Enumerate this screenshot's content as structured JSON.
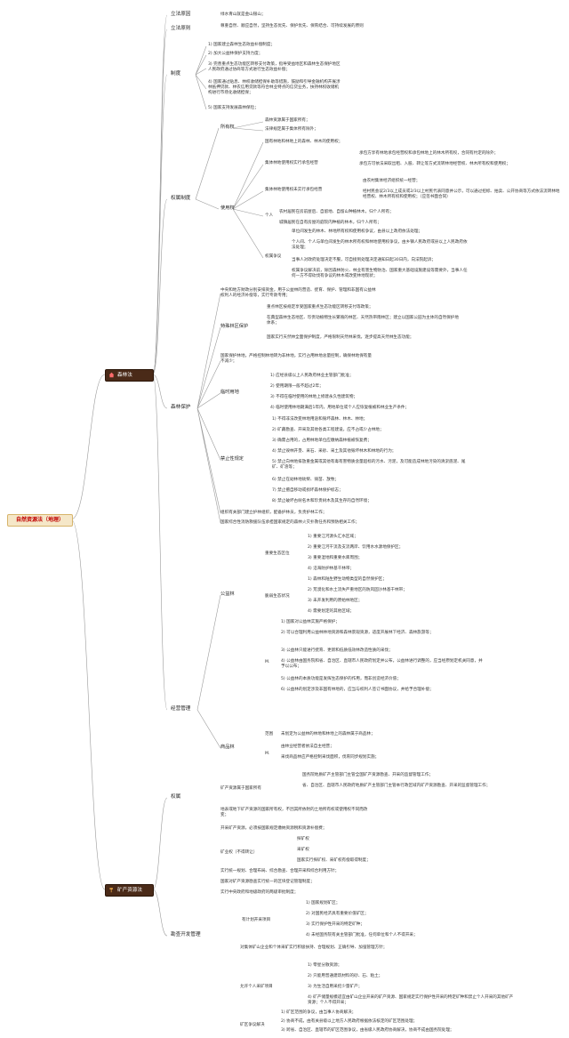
{
  "root": {
    "label": "自然资源法（地理）"
  },
  "topics": [
    {
      "label": "森林法",
      "icon": "house-icon"
    },
    {
      "label": "矿产资源法",
      "icon": "hammer-icon"
    }
  ],
  "forest": {
    "purpose": {
      "label": "立法原因",
      "text": "绿水青山就是金山银山；"
    },
    "principle": {
      "label": "立法原则",
      "text": "尊重自然、顺应自然，坚持生态优先、保护优先、保育结合、可持续发展的原则"
    },
    "system": {
      "label": "制度",
      "items": [
        "1) 国家建立森林生态效益补偿制度；",
        "2) 加大公益林保护支持力度；",
        "3) 完善重点生态功能区转移支付政策，指导受益地区和森林生态保护地区人民政府通过协商等方式进行生态效益补偿；",
        "4) 国家通过贴息、林权收储担保补助等措施，鼓励和引导金融机构开展涉林抵押贷款、林农信用贷款等符合林业特点的信贷业务，扶持林权收储机构进行市场化收储担保；",
        "5) 国家支持发展森林保险；"
      ]
    },
    "rights": {
      "label": "权属制度",
      "ownership": {
        "label": "所有权",
        "items": [
          "森林资源属于国家所有；",
          "法律规定属于集体所有除外；"
        ]
      },
      "use": {
        "label": "使用权",
        "intro": "国有林地和林地上的森林、林木的使用权；",
        "collective": {
          "label": "集体林地使用权实行承包经营",
          "items": [
            "承包方享有林地承包经营权和承包林地上的林木所有权，合同有约定的除外；",
            "承包方可依法采取出租、入股、转让等方式流转林地经营权、林木所有权和使用权；"
          ]
        },
        "noncontract": {
          "label": "集体林地使用权未实行承包经营",
          "items": [
            "由农村集体经济组织统一经营；",
            "经村民会议2/3以上成员或2/3以上村民代表同意并公示，可以通过招标、拍卖、公开协商等方式依法流转林地经营权、林木所有权和使用权；（应签书面合同）"
          ]
        },
        "individual": {
          "label": "个人",
          "items": [
            "农村居民在房前屋后、自留地、自留山种植林木，归个人所有；",
            "城镇居民在自有房屋的庭院内种植的林木，归个人所有；"
          ]
        },
        "dispute": {
          "label": "权属争议",
          "items": [
            "单位间发生的林木、林地所有权和使用权争议，由县以上政府依法处理；",
            "个人间、个人与单位间发生的林木所有权和林地使用权争议，由乡镇人民政府或县以上人民政府依法处理；",
            "当事人对政府处理决定不服，可自接到处理决定通知日起30日内，向法院起诉；",
            "权属争议解决前，除因森林防火、林业有害生物防治、国家重大基础设施建设等需要外，当事人任何一方不得砍伐有争议的林木或改变林地现状；"
          ]
        }
      }
    },
    "protection": {
      "label": "森林保护",
      "funding": "中央和地方财政分别安排资金，用于公益林的营造、抚育、保护、管理和非国有公益林权利人的经济补偿等，实行专款专用；",
      "special": {
        "label": "特殊林区保护",
        "items": [
          "重点林区按规定享受国家重点生态功能区转移支付等政策；",
          "在典型森林生态地区、珍贵动植物生长繁殖的林区、天然热带雨林区；建立以国家公园为主体的自然保护地体系；",
          "国家实行天然林全面保护制度，严格限制天然林采伐，逐步提高天然林生态功能；"
        ]
      },
      "land": "国家保护林地，严格控制林地转为非林地，实行占用林地总量控制，确保林地保有量不减少；",
      "temporary": {
        "label": "临时用地",
        "items": [
          "1) 应经县级以上人民政府林业主管部门批准；",
          "2) 使用期限一般不超过2年；",
          "3) 不得在临时使用的林地上修建永久性建筑物；",
          "4) 临时使用林地期满后1年内，用地单位或个人应恢复植被和林业生产条件；"
        ]
      },
      "prohibited": {
        "label": "禁止性规定",
        "items": [
          "1) 不得非法改变林地用途和毁坏森林、林木、林地；",
          "2) 矿藏勘查、开采及其他各类工程建设，应不占或少占林地；",
          "3) 确需占用的，占用林地单位应缴纳森林植被恢复费；",
          "4) 禁止毁林开垦、采石、采砂、采土及其他毁坏林木和林地的行为；",
          "5) 禁止向林地排放重金属或其他有毒有害物质含量超标的污水、污泥，及可能造成林地污染的清淤底泥、尾矿、矿渣等；",
          "6) 禁止在幼林地砍柴、毁苗、放牧；",
          "7) 禁止擅自移动或损坏森林保护标志；",
          "8) 禁止破坏古树名木和珍贵树木及其生存的自然环境；"
        ]
      },
      "org": "组织有关部门建立护林组织，配备护林员，负责护林工作；",
      "fire": "国家综合性消防救援队伍承担国家规定的森林火灾扑救任务和预防相关工作；"
    },
    "management": {
      "label": "经营管理",
      "public": {
        "label": "公益林",
        "zones": {
          "label": "重要生态区位",
          "items": [
            "1) 重要江河源头汇水区域；",
            "2) 重要江河干流及支流两岸、饮用水水源地保护区；",
            "3) 重要湿地和重要水库周围；",
            "4) 沿海防护林基干林带；"
          ]
        },
        "fragile": {
          "label": "脆弱生态状况",
          "items": [
            "1) 森林和陆生野生动物类型的自然保护区；",
            "2) 荒漠化和水土流失严重地区的防风固沙林基干林带；",
            "3) 未开发利用的原始林地区；",
            "4) 需要划定的其他区域；"
          ]
        },
        "mgmt": {
          "label": "M.",
          "items": [
            "1) 国家对公益林实施严格保护；",
            "2) 可以合理利用公益林林地资源和森林景观资源，适度开展林下经济、森林旅游等；",
            "3) 公益林只能进行抚育、更新和低质低效林改造性质的采伐；",
            "4) 公益林由国务院和省、自治区、直辖市人民政府划定并公布，公益林进行调整的，应当经原划定机关同意，并予以公布；",
            "5) 公益林的本质功能是发挥生态保护的作用，而非创造经济价值；",
            "6) 公益林的划定涉及非国有林地的，应当与权利人签订书面协议，并给予合理补偿；"
          ]
        }
      },
      "commercial": {
        "label": "商品林",
        "scope": {
          "label": "范围",
          "text": "未划定为公益林的林地和林地上的森林属于商品林；"
        },
        "mgmt": {
          "label": "M.",
          "items": [
            "由林业经营者依法自主经营；",
            "采伐商品林应严格控制采伐面积，伐育同步规划实施；"
          ]
        }
      }
    }
  },
  "mineral": {
    "rights": {
      "label": "权属",
      "state": {
        "label": "矿产资源属于国家所有",
        "items": [
          "国务院地质矿产主管部门主管全国矿产资源勘查、开采的监督管理工作；",
          "省、自治区、直辖市人民政府地质矿产主管部门主管本行政区域内矿产资源勘查、开采的监督管理工作；"
        ]
      },
      "surface": "地表或地下矿产资源的国家所有权，不因其所依附的土地所有权或使用权不同而改变；",
      "application": "开采矿产资源，必须按国家规定缴纳资源税和资源补偿费；",
      "transfer": {
        "label": "矿业权（不得转让）",
        "items": [
          "探矿权",
          "采矿权",
          "国家实行探矿权、采矿权有偿取得制度；"
        ]
      }
    },
    "exploration": {
      "label": "勘查开发管理",
      "general": [
        "实行统一规划、合理布局、综合勘查、合理开采和综合利用方针；",
        "国家对矿产资源勘查实行统一的区块登记管理制度；",
        "实行中央政府和地级政府的两级审批制度；"
      ],
      "planned": {
        "label": "有计划开采项目",
        "items": [
          "1) 国家规划矿区；",
          "2) 对国民经济具有重要价值矿区；",
          "3) 实行保护性开采的特定矿种；",
          "4) 未经国务院有关主管部门批准，任何单位和个人不得开采；"
        ]
      },
      "collective": "对集体矿山企业和个体采矿实行积极扶持、合理规划、正确引导、加强管理方针；",
      "individual": {
        "label": "允许个人采矿项目",
        "items": [
          "1) 零星分散资源；",
          "2) 只能用普通建筑材料的砂、石、粘土；",
          "3) 为生活自用采挖少量矿产；",
          "4) 矿产储量规模适宜由矿山企业开采的矿产资源、国家规定实行保护性开采的特定矿种和禁止个人开采的其他矿产资源；个人不得开采；"
        ]
      },
      "dispute": {
        "label": "矿区争议解决",
        "items": [
          "1) 矿区范围的争议，由当事人协商解决；",
          "2) 协商不成，由有关县级以上地方人民政府根据依法核定的矿区范围处理；",
          "3) 跨省、自治区、直辖市的矿区范围争议，由省级人民政府协商解决，协商不成由国务院处理；"
        ]
      }
    }
  }
}
